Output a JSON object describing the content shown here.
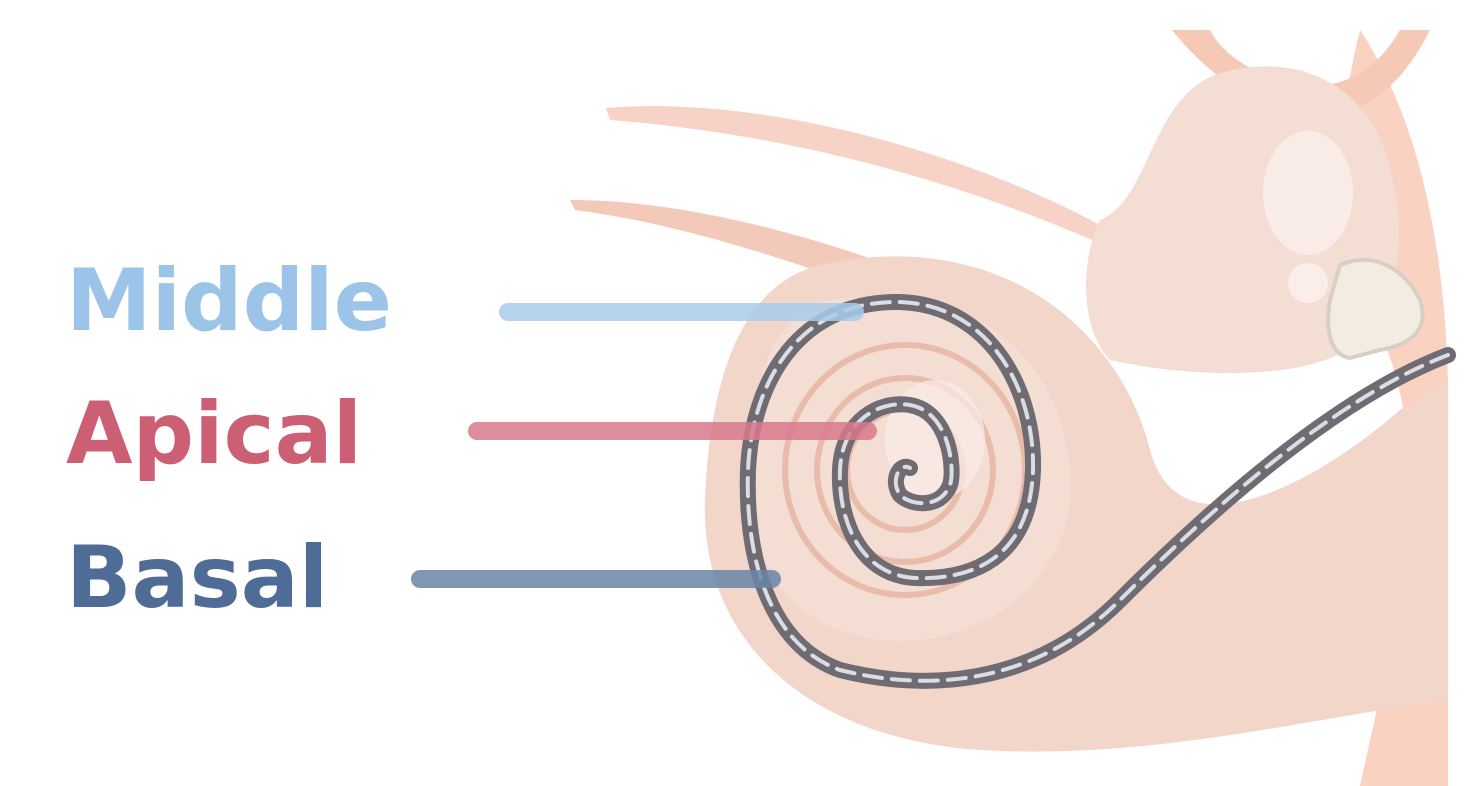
{
  "labels": [
    {
      "id": "middle",
      "text": "Middle",
      "color": "#9cc4e8",
      "line_color": "#a9cceb"
    },
    {
      "id": "apical",
      "text": "Apical",
      "color": "#cd5f75",
      "line_color": "#d87a8d"
    },
    {
      "id": "basal",
      "text": "Basal",
      "color": "#4e6c95",
      "line_color": "#6a86a7"
    }
  ],
  "colors": {
    "tissue_light": "#f4ddd2",
    "tissue_mid": "#f0cbbd",
    "tissue_dark": "#e8b3a1",
    "canal": "#f7c6b4",
    "electrode": "#6e6c72",
    "electrode_highlight": "#dcdde3",
    "stapes": "#f3ece3"
  }
}
